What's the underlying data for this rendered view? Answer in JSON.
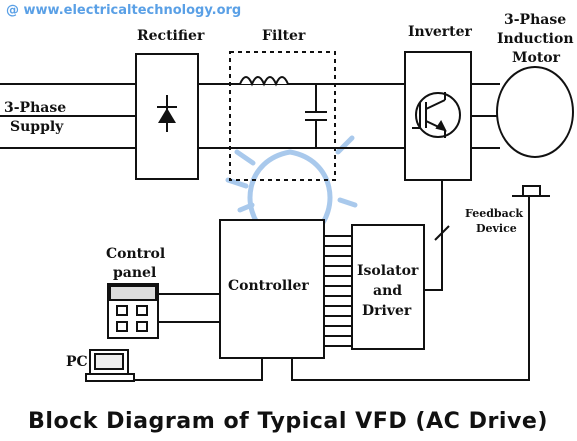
{
  "watermark": "@ www.electricaltechnology.org",
  "title": "Block Diagram of Typical VFD (AC Drive)",
  "labels": {
    "rectifier": "Rectifier",
    "filter": "Filter",
    "inverter": "Inverter",
    "motor_line1": "3-Phase",
    "motor_line2": "Induction",
    "motor_line3": "Motor",
    "supply_line1": "3-Phase",
    "supply_line2": "Supply",
    "control_panel_line1": "Control",
    "control_panel_line2": "panel",
    "controller": "Controller",
    "isolator_line1": "Isolator",
    "isolator_line2": "and",
    "isolator_line3": "Driver",
    "feedback_line1": "Feedback",
    "feedback_line2": "Device",
    "pc": "PC"
  },
  "colors": {
    "line": "#111111",
    "watermark": "#5aa0e6",
    "bulb": "#a9c9ec",
    "title": "#111111"
  }
}
